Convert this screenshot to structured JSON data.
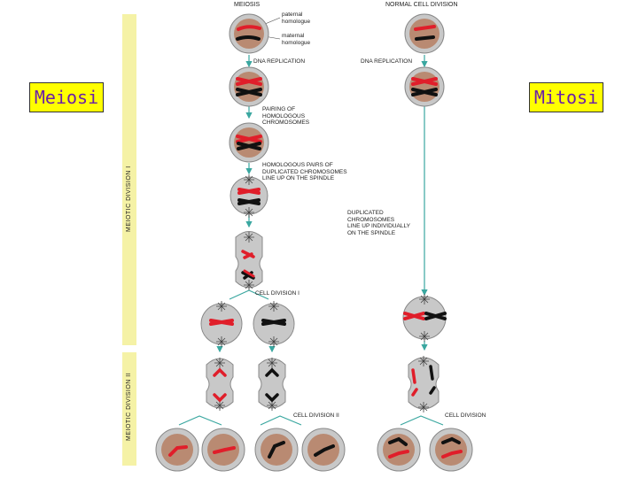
{
  "left_label": "Meiosi",
  "right_label": "Mitosi",
  "headers": {
    "meiosis": "MEIOSIS",
    "mitosis": "NORMAL CELL DIVISION"
  },
  "strips": {
    "division1": "MEIOTIC DIVISION I",
    "division2": "MEIOTIC DIVISION II"
  },
  "labels": {
    "paternal": "paternal\nhomologue",
    "maternal": "maternal\nhomologue",
    "dna_replication_left": "DNA REPLICATION",
    "dna_replication_right": "DNA REPLICATION",
    "pairing": "PAIRING OF\nHOMOLOGOUS\nCHROMOSOMES",
    "homologous_pairs": "HOMOLOGOUS PAIRS OF\nDUPLICATED CHROMOSOMES\nLINE UP ON THE SPINDLE",
    "duplicated": "DUPLICATED\nCHROMOSOMES\nLINE UP INDIVIDUALLY\nON THE SPINDLE",
    "cell_division_1": "CELL DIVISION I",
    "cell_division_2": "CELL DIVISION II",
    "cell_division": "CELL DIVISION"
  },
  "colors": {
    "paternal": "#e01e2a",
    "maternal": "#111111",
    "cell_fill": "#c8c8c8",
    "nucleus": "#b98a72",
    "highlight": "#ffff00",
    "text_purple": "#6a1fa8",
    "strip": "#f5f2a6"
  }
}
